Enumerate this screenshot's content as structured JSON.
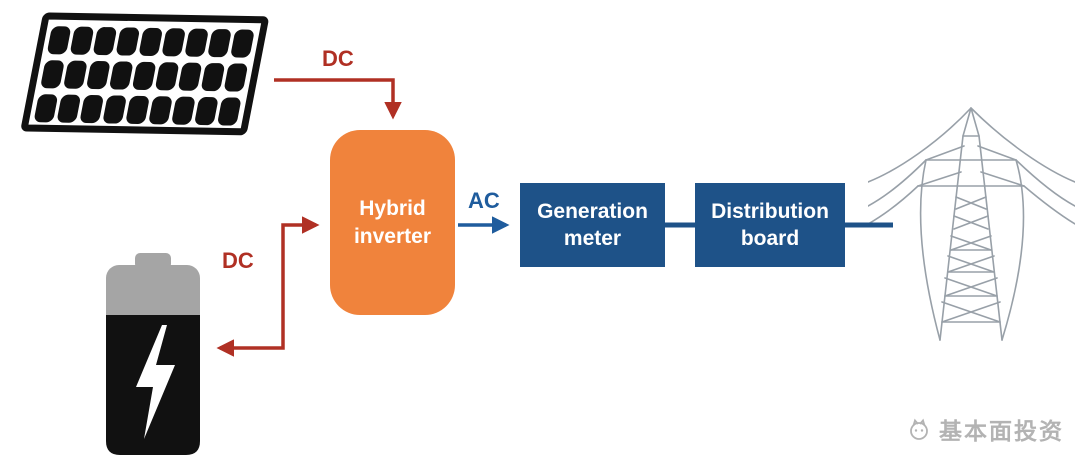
{
  "colors": {
    "dc_red": "#b03024",
    "ac_blue": "#1f5c9d",
    "box_blue": "#1e5288",
    "inverter_orange": "#f0833c",
    "icon_black": "#111111",
    "battery_gray": "#a5a5a5",
    "tower_gray": "#98a0a8",
    "watermark_gray": "#b3b3b3"
  },
  "diagram": {
    "labels": {
      "dc_solar": "DC",
      "dc_battery": "DC",
      "ac": "AC"
    },
    "nodes": {
      "inverter": {
        "label": "Hybrid inverter"
      },
      "meter": {
        "label": "Generation meter"
      },
      "board": {
        "label": "Distribution board"
      }
    },
    "icons": [
      {
        "name": "solar-panel-icon"
      },
      {
        "name": "battery-icon"
      },
      {
        "name": "transmission-tower-icon"
      }
    ]
  },
  "watermark": {
    "icon": "watermark-logo-icon",
    "text": "基本面投资"
  }
}
